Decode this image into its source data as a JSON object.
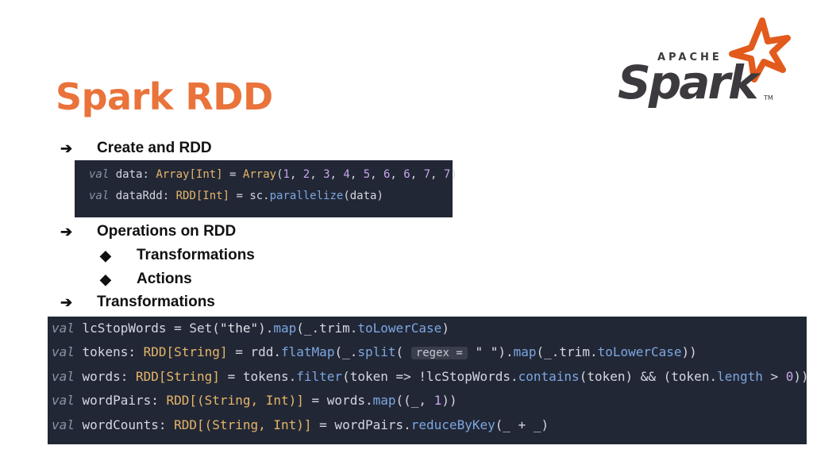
{
  "slide": {
    "title": "Spark RDD",
    "logo": {
      "top_text": "APACHE",
      "word": "Spark",
      "tm": "TM",
      "accent": "#E25A1C",
      "dark": "#3C3A3E"
    },
    "accent": "#E9733A"
  },
  "bullets": [
    {
      "marker": "➔",
      "text": "Create and RDD"
    },
    {
      "marker": "➔",
      "text": "Operations on RDD"
    },
    {
      "marker": "◆",
      "text": "Transformations"
    },
    {
      "marker": "◆",
      "text": "Actions"
    },
    {
      "marker": "➔",
      "text": "Transformations"
    }
  ],
  "code1": [
    [
      [
        "kw",
        "val"
      ],
      [
        "pl",
        " data: "
      ],
      [
        "ty",
        "Array[Int]"
      ],
      [
        "pl",
        " = "
      ],
      [
        "ty",
        "Array"
      ],
      [
        "pl",
        "("
      ],
      [
        "nm",
        "1"
      ],
      [
        "pl",
        ", "
      ],
      [
        "nm",
        "2"
      ],
      [
        "pl",
        ", "
      ],
      [
        "nm",
        "3"
      ],
      [
        "pl",
        ", "
      ],
      [
        "nm",
        "4"
      ],
      [
        "pl",
        ", "
      ],
      [
        "nm",
        "5"
      ],
      [
        "pl",
        ", "
      ],
      [
        "nm",
        "6"
      ],
      [
        "pl",
        ", "
      ],
      [
        "nm",
        "6"
      ],
      [
        "pl",
        ", "
      ],
      [
        "nm",
        "7"
      ],
      [
        "pl",
        ", "
      ],
      [
        "nm",
        "7"
      ],
      [
        "pl",
        ")"
      ]
    ],
    [
      [
        "kw",
        "val"
      ],
      [
        "pl",
        " dataRdd: "
      ],
      [
        "ty",
        "RDD[Int]"
      ],
      [
        "pl",
        " = sc."
      ],
      [
        "fn",
        "parallelize"
      ],
      [
        "pl",
        "(data)"
      ]
    ]
  ],
  "code2": [
    [
      [
        "kw",
        "val"
      ],
      [
        "pl",
        " lcStopWords = Set("
      ],
      [
        "st",
        "\"the\""
      ],
      [
        "pl",
        ")."
      ],
      [
        "fn",
        "map"
      ],
      [
        "pl",
        "(_.trim."
      ],
      [
        "fn",
        "toLowerCase"
      ],
      [
        "pl",
        ")"
      ]
    ],
    [
      [
        "kw",
        "val"
      ],
      [
        "pl",
        " tokens: "
      ],
      [
        "ty",
        "RDD[String]"
      ],
      [
        "pl",
        " = rdd."
      ],
      [
        "fn",
        "flatMap"
      ],
      [
        "pl",
        "(_."
      ],
      [
        "fn",
        "split"
      ],
      [
        "pl",
        "( "
      ],
      [
        "hint",
        "regex ="
      ],
      [
        "st",
        " \" \""
      ],
      [
        "pl",
        ")."
      ],
      [
        "fn",
        "map"
      ],
      [
        "pl",
        "(_.trim."
      ],
      [
        "fn",
        "toLowerCase"
      ],
      [
        "pl",
        "))"
      ]
    ],
    [
      [
        "kw",
        "val"
      ],
      [
        "pl",
        " words: "
      ],
      [
        "ty",
        "RDD[String]"
      ],
      [
        "pl",
        " = tokens."
      ],
      [
        "fn",
        "filter"
      ],
      [
        "pl",
        "(token => !lcStopWords."
      ],
      [
        "fn",
        "contains"
      ],
      [
        "pl",
        "(token) && (token."
      ],
      [
        "fn",
        "length"
      ],
      [
        "pl",
        " > "
      ],
      [
        "nm",
        "0"
      ],
      [
        "pl",
        "))"
      ]
    ],
    [
      [
        "kw",
        "val"
      ],
      [
        "pl",
        " wordPairs: "
      ],
      [
        "ty",
        "RDD[(String, Int)]"
      ],
      [
        "pl",
        " = words."
      ],
      [
        "fn",
        "map"
      ],
      [
        "pl",
        "((_, "
      ],
      [
        "nm",
        "1"
      ],
      [
        "pl",
        "))"
      ]
    ],
    [
      [
        "kw",
        "val"
      ],
      [
        "pl",
        " wordCounts: "
      ],
      [
        "ty",
        "RDD[(String, Int)]"
      ],
      [
        "pl",
        " = wordPairs."
      ],
      [
        "fn",
        "reduceByKey"
      ],
      [
        "pl",
        "(_ + _)"
      ]
    ]
  ]
}
